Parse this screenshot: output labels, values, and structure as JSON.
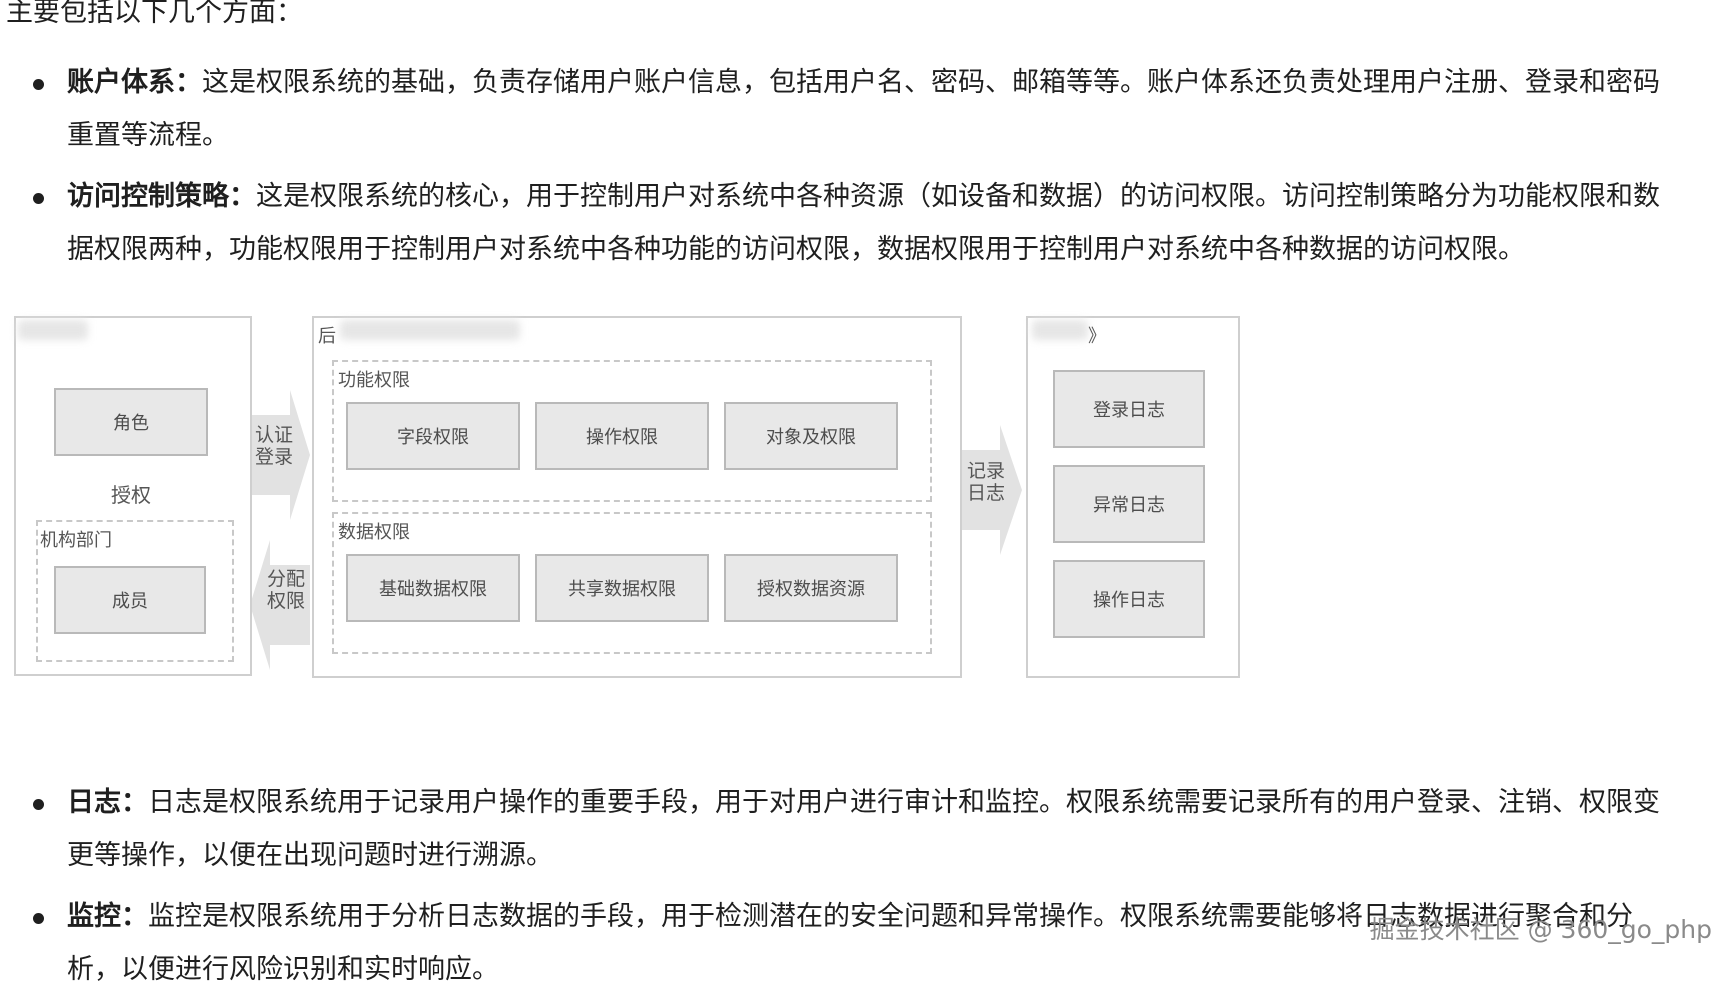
{
  "intro": "主要包括以下几个方面：",
  "points_top": [
    {
      "term": "账户体系：",
      "text": "这是权限系统的基础，负责存储用户账户信息，包括用户名、密码、邮箱等等。账户体系还负责处理用户注册、登录和密码重置等流程。"
    },
    {
      "term": "访问控制策略：",
      "text": "这是权限系统的核心，用于控制用户对系统中各种资源（如设备和数据）的访问权限。访问控制策略分为功能权限和数据权限两种，功能权限用于控制用户对系统中各种功能的访问权限，数据权限用于控制用户对系统中各种数据的访问权限。"
    }
  ],
  "diagram": {
    "left": {
      "role": "角色",
      "grant": "授权",
      "org_label": "机构部门",
      "member": "成员"
    },
    "arrows": {
      "auth_login": [
        "认证",
        "登录"
      ],
      "assign_perm": [
        "分配",
        "权限"
      ],
      "record_log": [
        "记录",
        "日志"
      ]
    },
    "middle": {
      "title_char": "后",
      "func_label": "功能权限",
      "func_boxes": [
        "字段权限",
        "操作权限",
        "对象及权限"
      ],
      "data_label": "数据权限",
      "data_boxes": [
        "基础数据权限",
        "共享数据权限",
        "授权数据资源"
      ]
    },
    "right": {
      "title_char": "》",
      "log_boxes": [
        "登录日志",
        "异常日志",
        "操作日志"
      ]
    }
  },
  "points_bottom": [
    {
      "term": "日志：",
      "text": "日志是权限系统用于记录用户操作的重要手段，用于对用户进行审计和监控。权限系统需要记录所有的用户登录、注销、权限变更等操作，以便在出现问题时进行溯源。"
    },
    {
      "term": "监控：",
      "text": "监控是权限系统用于分析日志数据的手段，用于检测潜在的安全问题和异常操作。权限系统需要能够将日志数据进行聚合和分析，以便进行风险识别和实时响应。"
    }
  ],
  "watermark": "掘金技术社区 @ 360_go_php"
}
